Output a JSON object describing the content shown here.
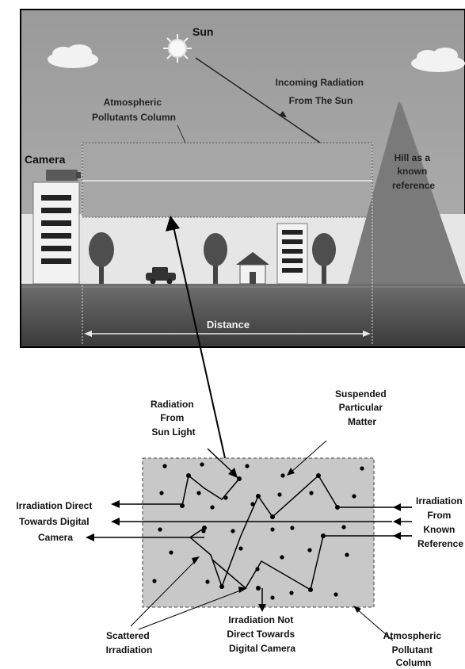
{
  "scene": {
    "sun_label": "Sun",
    "incoming_radiation": [
      "Incoming Radiation",
      "From The Sun"
    ],
    "column_label": [
      "Atmospheric",
      "Pollutants Column"
    ],
    "camera_label": "Camera",
    "hill_label": [
      "Hill as a",
      "known",
      "reference"
    ],
    "distance_label": "Distance"
  },
  "detail": {
    "radiation_from_sun": [
      "Radiation",
      "From",
      "Sun Light"
    ],
    "suspended_matter": [
      "Suspended",
      "Particular",
      "Matter"
    ],
    "irradiation_direct": [
      "Irradiation Direct",
      "Towards Digital",
      "Camera"
    ],
    "irradiation_from_reference": [
      "Irradiation",
      "From",
      "Known",
      "Reference"
    ],
    "scattered_irradiation": [
      "Scattered",
      "Irradiation"
    ],
    "irradiation_not_direct": [
      "Irradiation Not",
      "Direct Towards",
      "Digital Camera"
    ],
    "pollutant_column": [
      "Atmospheric",
      "Pollutant",
      "Column"
    ]
  }
}
